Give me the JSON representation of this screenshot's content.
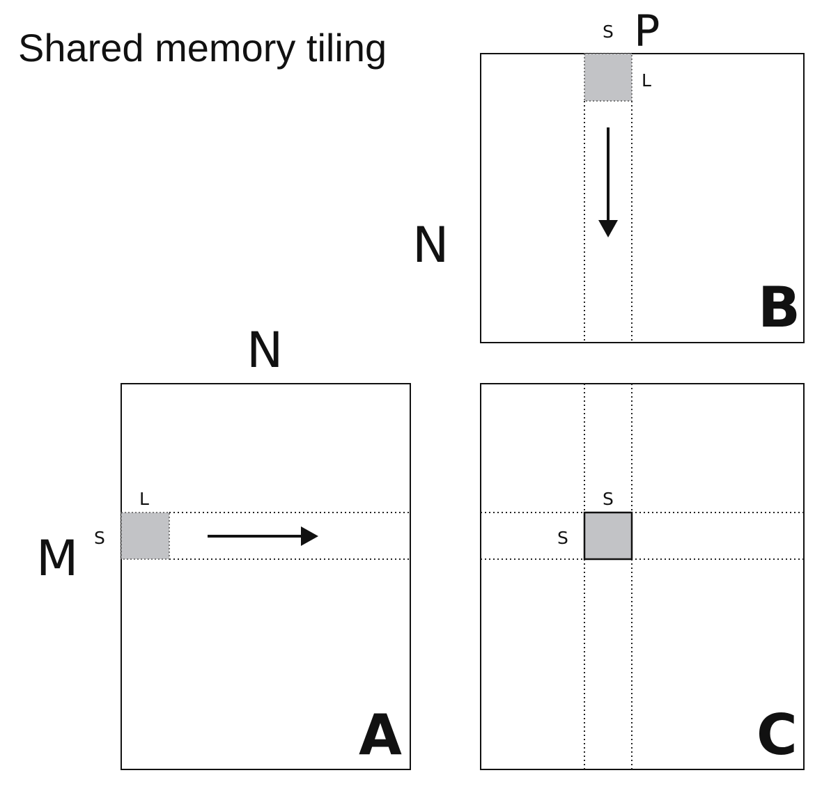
{
  "title": "Shared memory tiling",
  "matrices": {
    "a": {
      "label": "A",
      "top_dim": "N",
      "side_dim": "M",
      "tile_width": "L",
      "tile_height": "S"
    },
    "b": {
      "label": "B",
      "top_dim": "P",
      "side_dim": "N",
      "tile_width": "S",
      "tile_height": "L"
    },
    "c": {
      "label": "C",
      "tile_width": "S",
      "tile_height": "S"
    }
  },
  "colors": {
    "tile": "#c2c3c6",
    "stroke": "#111111"
  },
  "arrows": {
    "a": "right-arrow-icon",
    "b": "down-arrow-icon"
  }
}
